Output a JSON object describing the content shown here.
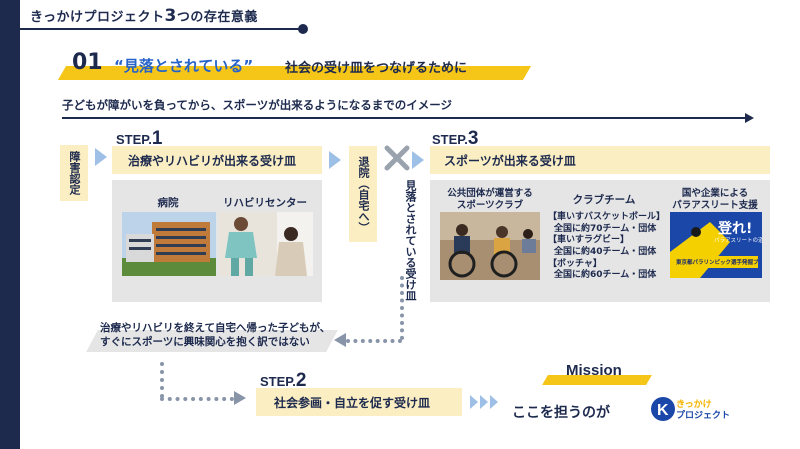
{
  "header": {
    "title_prefix": "きっかけプロジェクト",
    "title_num": "3",
    "title_suffix": "つの存在意義"
  },
  "section": {
    "number": "01",
    "quote": "“見落とされている”",
    "title_rest": "社会の受け皿をつなげるために"
  },
  "image_caption": "子どもが障がいを負ってから、スポーツが出来るようになるまでのイメージ",
  "shogai": "障害認定",
  "step1": {
    "prefix": "STEP.",
    "num": "1",
    "title": "治療やリハビリが出来る受け皿",
    "hospital": "病院",
    "rehab": "リハビリセンター"
  },
  "taiin": "退院（自宅へ）",
  "overlooked": "見落とされている受け皿",
  "step3": {
    "prefix": "STEP.",
    "num": "3",
    "title": "スポーツが出来る受け皿",
    "col1": "公共団体が運営する\nスポーツクラブ",
    "col2": "クラブチーム",
    "col3": "国や企業による\nパラアスリート支援",
    "clubs": [
      "【車いすバスケットボール】",
      "全国に約70チーム・団体",
      "【車いすラグビー】",
      "全国に約40チーム・団体",
      "【ボッチャ】",
      "全国に約60チーム・団体"
    ],
    "poster_main": "登れ!",
    "poster_sub": "パラアスリートの道へ",
    "poster_band": "東京都パラリンピック選手発掘プログラム"
  },
  "note": {
    "line1": "治療やリハビリを終えて自宅へ帰った子どもが、",
    "line2": "すぐにスポーツに興味関心を抱く訳ではない"
  },
  "step2": {
    "prefix": "STEP.",
    "num": "2",
    "title": "社会参画・自立を促す受け皿"
  },
  "mission": {
    "label": "Mission",
    "text": "ここを担うのが",
    "logo_line1": "きっかけ",
    "logo_line2": "プロジェクト"
  },
  "colors": {
    "navy": "#1d2a4e",
    "yellow": "#f5c518",
    "accent_blue": "#2563c9",
    "pale_yellow": "#fbeec2"
  }
}
